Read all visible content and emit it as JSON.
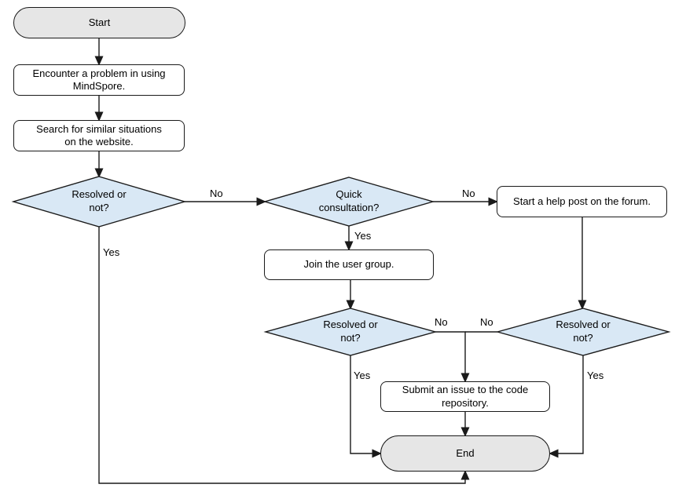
{
  "flowchart": {
    "nodes": {
      "start": {
        "label": "Start",
        "type": "terminal"
      },
      "encounter_problem": {
        "label": "Encounter a problem in using MindSpore.",
        "type": "process"
      },
      "search_website": {
        "label": "Search for similar situations on the website.",
        "type": "process"
      },
      "resolved_1": {
        "label": "Resolved or not?",
        "type": "decision"
      },
      "quick_consultation": {
        "label": "Quick consultation?",
        "type": "decision"
      },
      "help_post_forum": {
        "label": "Start a help post on the forum.",
        "type": "process"
      },
      "join_user_group": {
        "label": "Join the user group.",
        "type": "process"
      },
      "resolved_2": {
        "label": "Resolved or not?",
        "type": "decision"
      },
      "resolved_3": {
        "label": "Resolved or not?",
        "type": "decision"
      },
      "submit_issue": {
        "label": "Submit an issue to the code repository.",
        "type": "process"
      },
      "end": {
        "label": "End",
        "type": "terminal"
      }
    },
    "edge_labels": {
      "resolved_1_no": "No",
      "resolved_1_yes": "Yes",
      "quick_consultation_no": "No",
      "quick_consultation_yes": "Yes",
      "resolved_2_no": "No",
      "resolved_2_yes": "Yes",
      "resolved_3_no": "No",
      "resolved_3_yes": "Yes"
    },
    "colors": {
      "terminal_fill": "#e6e6e6",
      "process_fill": "#ffffff",
      "decision_fill": "#d9e8f5",
      "line": "#1a1a1a",
      "text": "#000000"
    }
  }
}
